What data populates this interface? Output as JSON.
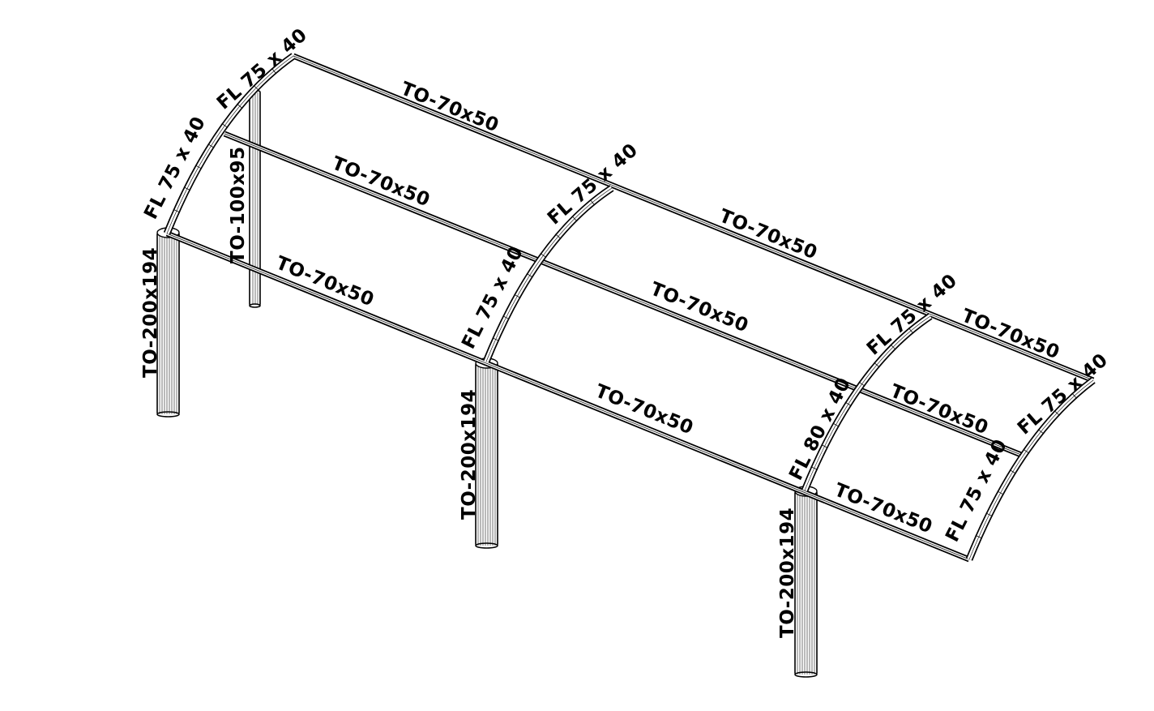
{
  "labels": {
    "front_beam_1": "TO-70x50",
    "front_beam_2": "TO-70x50",
    "front_beam_3": "TO-70x50",
    "middle_beam_1": "TO-70x50",
    "middle_beam_2": "TO-70x50",
    "middle_beam_3": "TO-70x50",
    "back_beam_1": "TO-70x50",
    "back_beam_2": "TO-70x50",
    "back_beam_3": "TO-70x50",
    "arc1_lower": "FL 75 x 40",
    "arc1_upper": "FL 75 x 40",
    "arc2_lower": "FL 75 x 40",
    "arc2_upper": "FL 75 x 40",
    "arc3_lower": "FL 80 x 40",
    "arc3_upper": "FL 75 x 40",
    "arc4_lower": "FL 75 x 40",
    "arc4_upper": "FL 75 x 40",
    "column_1": "TO-200x194",
    "column_2": "TO-200x194",
    "column_3": "TO-200x194",
    "rear_column": "TO-100x95"
  }
}
